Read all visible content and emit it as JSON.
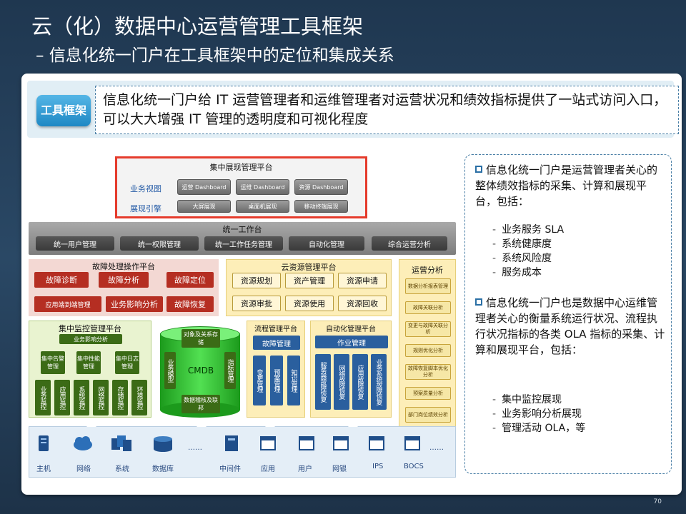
{
  "title": "云（化）数据中心运营管理工具框架",
  "subtitle": "– 信息化统一门户在工具框架中的定位和集成关系",
  "tag": "工具框架",
  "intro": "信息化统一门户给 IT 运营管理者和运维管理者对运营状况和绩效指标提供了一站式访问入口，可以大大增强 IT 管理的透明度和可视化程度",
  "diagram": {
    "portal": {
      "title": "集中展现管理平台",
      "row1_label": "业务视图",
      "row1": [
        "运营 Dashboard",
        "运维 Dashboard",
        "资源 Dashboard"
      ],
      "row2_label": "展现引擎",
      "row2": [
        "大屏展现",
        "桌面机展现",
        "移动终端展现"
      ]
    },
    "workbench": {
      "title": "统一工作台",
      "items": [
        "统一用户管理",
        "统一权限管理",
        "统一工作任务管理",
        "自动化管理",
        "综合运营分析"
      ]
    },
    "fault": {
      "title": "故障处理操作平台",
      "items": [
        "故障诊断",
        "故障分析",
        "故障定位",
        "应用端到端管理",
        "业务影响分析",
        "故障恢复"
      ]
    },
    "cloud": {
      "title": "云资源管理平台",
      "items": [
        "资源规划",
        "资产管理",
        "资源申请",
        "资源审批",
        "资源使用",
        "资源回收"
      ]
    },
    "ops": {
      "title": "运营分析",
      "items": [
        "数据分析报表管理",
        "故障关联分析",
        "变更与故障关联分析",
        "规则优化分析",
        "故障恢复脚本优化分析",
        "预案质量分析",
        "部门岗位绩效分析"
      ]
    },
    "monitor": {
      "title": "集中监控管理平台",
      "impact": "业务影响分析",
      "mid": [
        "集中告警管理",
        "集中性能管理",
        "集中日志管理"
      ],
      "bottom": [
        "业务监控",
        "应用监控",
        "系统监控",
        "网络监控",
        "存储监控",
        "环境监控"
      ]
    },
    "cmdb": {
      "top": "对象及关系存储",
      "center": "CMDB",
      "bottom": "数据稽核及联邦",
      "left": "业务模型",
      "right": "指标管理"
    },
    "process": {
      "title": "流程管理平台",
      "head": "故障管理",
      "items": [
        "变更管理",
        "预案管理",
        "知识管理"
      ]
    },
    "automation": {
      "title": "自动化管理平台",
      "head": "作业管理",
      "items": [
        "服务器故障恢复",
        "网络故障恢复",
        "应用故障恢复",
        "业务系统故障恢复"
      ]
    },
    "infra": [
      {
        "label": "主机",
        "icon": "server-icon"
      },
      {
        "label": "网络",
        "icon": "cloud-network-icon"
      },
      {
        "label": "系统",
        "icon": "system-icon"
      },
      {
        "label": "数据库",
        "icon": "database-icon"
      },
      {
        "label": "……",
        "icon": ""
      },
      {
        "label": "中间件",
        "icon": "middleware-icon"
      },
      {
        "label": "应用",
        "icon": "application-icon"
      },
      {
        "label": "用户",
        "icon": "user-terminal-icon"
      },
      {
        "label": "网银",
        "icon": "ebank-icon"
      },
      {
        "label": "IPS",
        "icon": "ips-icon"
      },
      {
        "label": "BOCS",
        "icon": "bocs-icon"
      },
      {
        "label": "……",
        "icon": ""
      }
    ]
  },
  "right_panel": {
    "p1": "信息化统一门户是运营管理者关心的整体绩效指标的采集、计算和展现平台，包括：",
    "l1": [
      "业务服务 SLA",
      "系统健康度",
      "系统风险度",
      "服务成本"
    ],
    "p2": "信息化统一门户也是数据中心运维管理者关心的衡量系统运行状况、流程执行状况指标的各类 OLA 指标的采集、计算和展现平台，包括：",
    "l2": [
      "集中监控展现",
      "业务影响分析展现",
      "管理活动 OLA，等"
    ]
  },
  "page_number": "70",
  "colors": {
    "accent": "#1e88c4",
    "alert": "#e53b2c",
    "green": "#3b6b16",
    "blue": "#2a5f9e"
  }
}
